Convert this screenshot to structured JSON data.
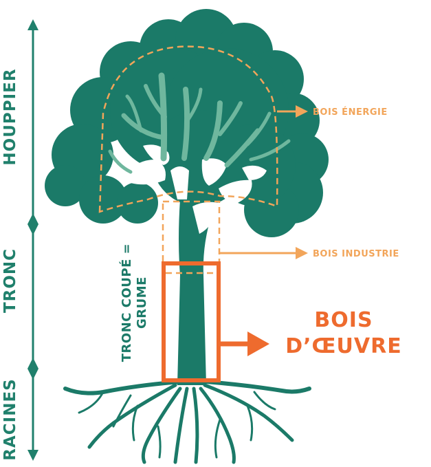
{
  "colors": {
    "tree": "#1b7a68",
    "branches": "#6fb79e",
    "measure": "#20806c",
    "orange_light": "#f2a55a",
    "orange_strong": "#ee6b2e",
    "background": "#ffffff"
  },
  "sections": {
    "houppier": "HOUPPIER",
    "tronc": "TRONC",
    "racines": "RACINES"
  },
  "trunk_label": {
    "line1": "TRONC COUPÉ =",
    "line2": "GRUME"
  },
  "outputs": {
    "energie": "BOIS ÉNERGIE",
    "industrie": "BOIS INDUSTRIE",
    "oeuvre_line1": "BOIS",
    "oeuvre_line2": "D’ŒUVRE"
  }
}
